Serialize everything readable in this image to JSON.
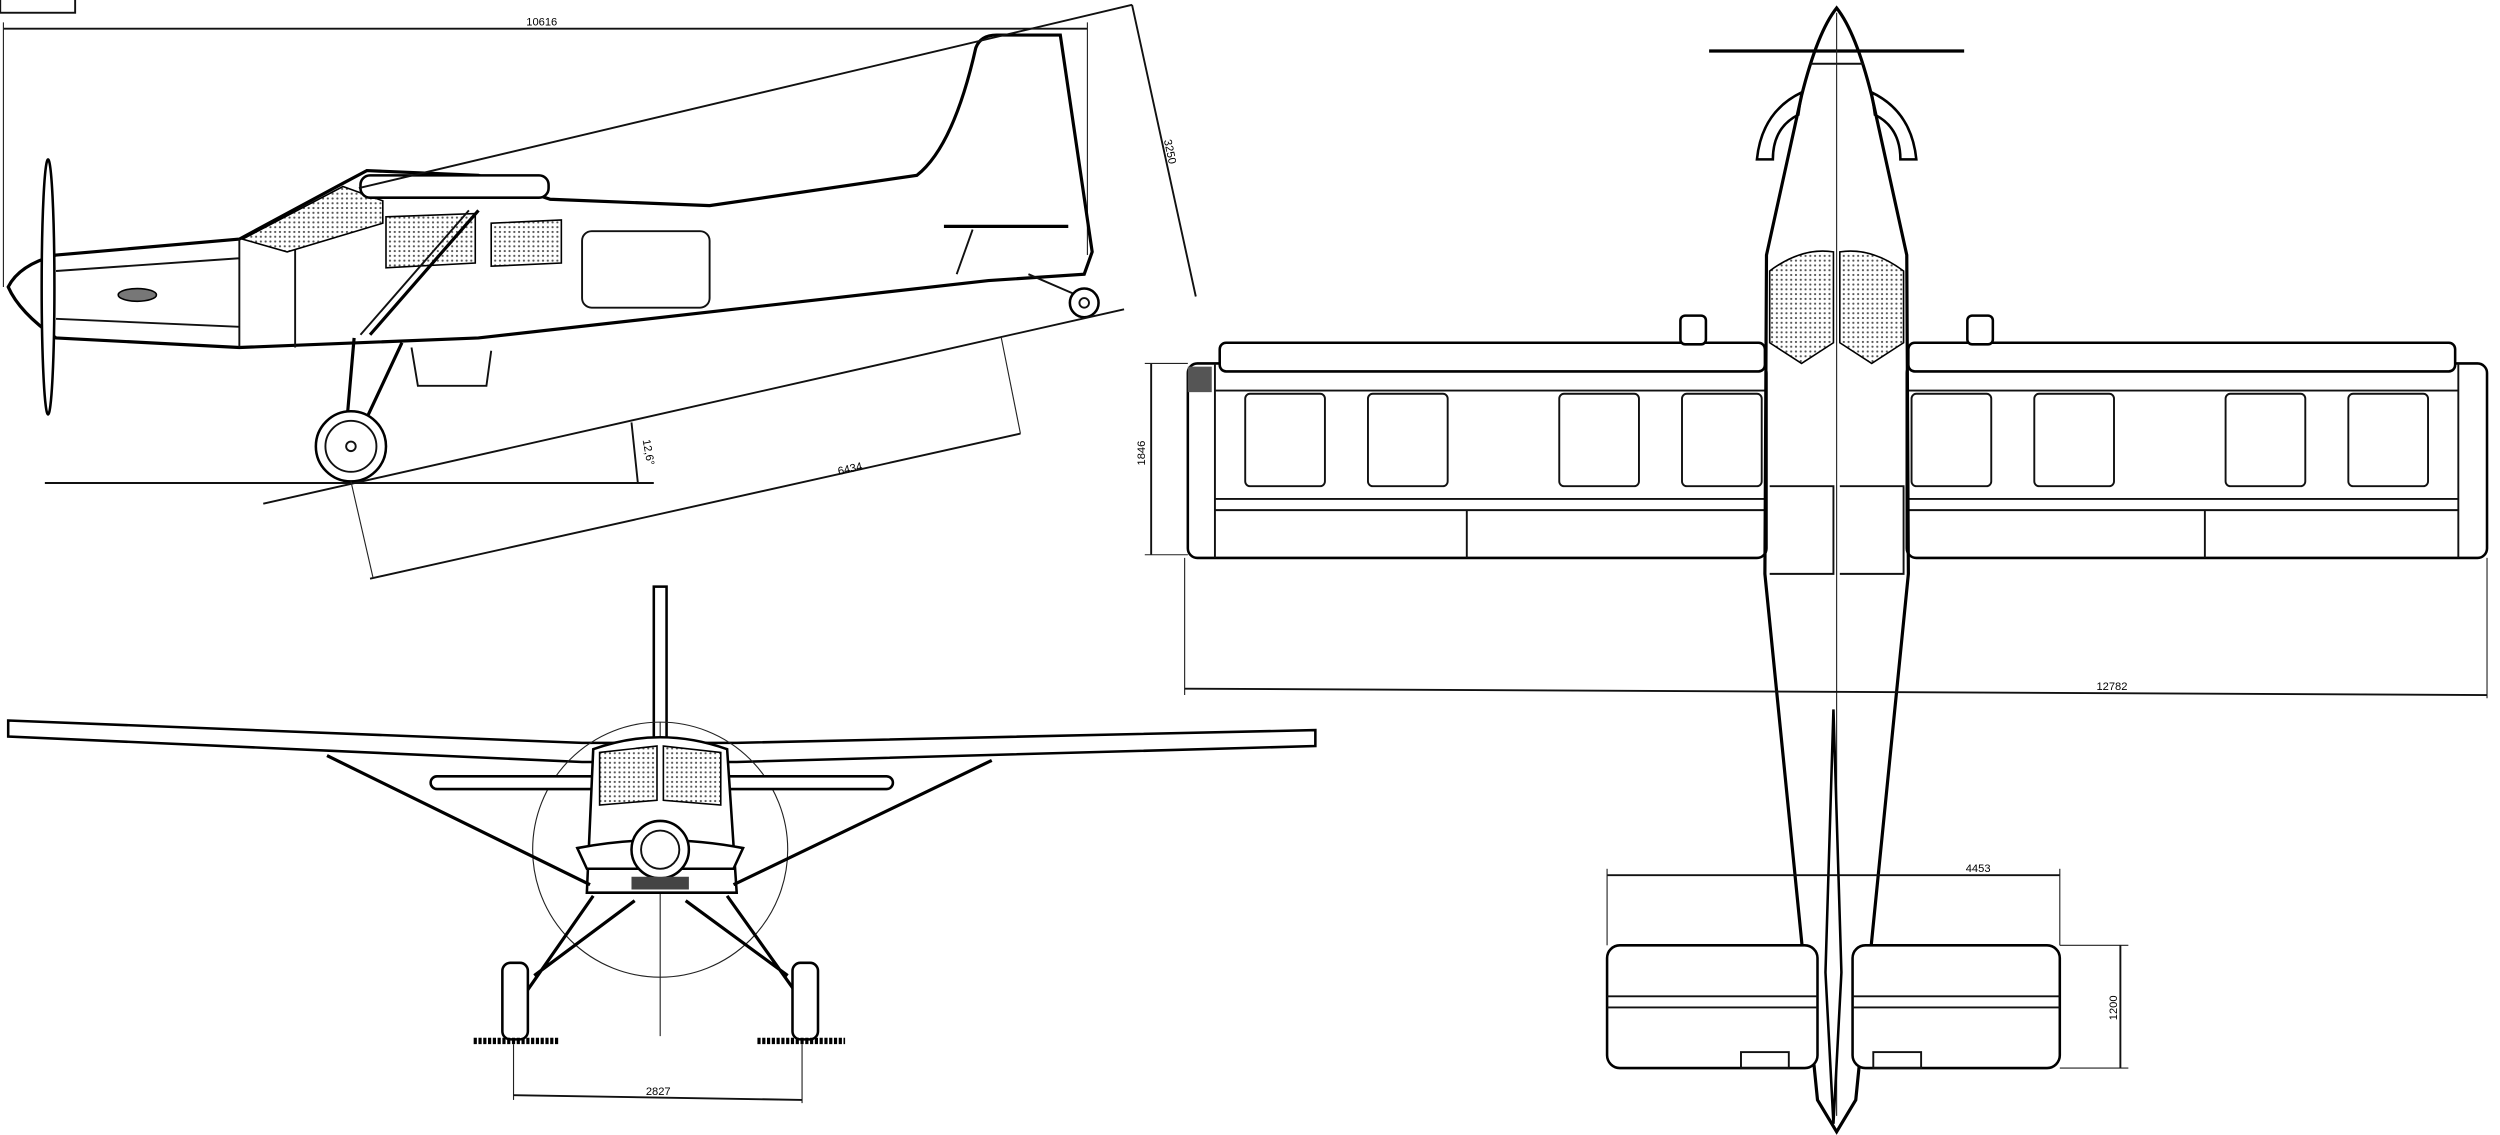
{
  "title": "Three-view drawing of a high-wing single-engine utility aircraft",
  "dimensions": {
    "length": "10616",
    "height": "3250",
    "tail_angle": "12,6°",
    "wheelbase": "6434",
    "wing_chord": "1846",
    "wingspan": "12782",
    "tailplane_span": "4453",
    "tailplane_chord": "1200",
    "track": "2827"
  },
  "colors": {
    "line": "#000000",
    "background": "#ffffff"
  }
}
